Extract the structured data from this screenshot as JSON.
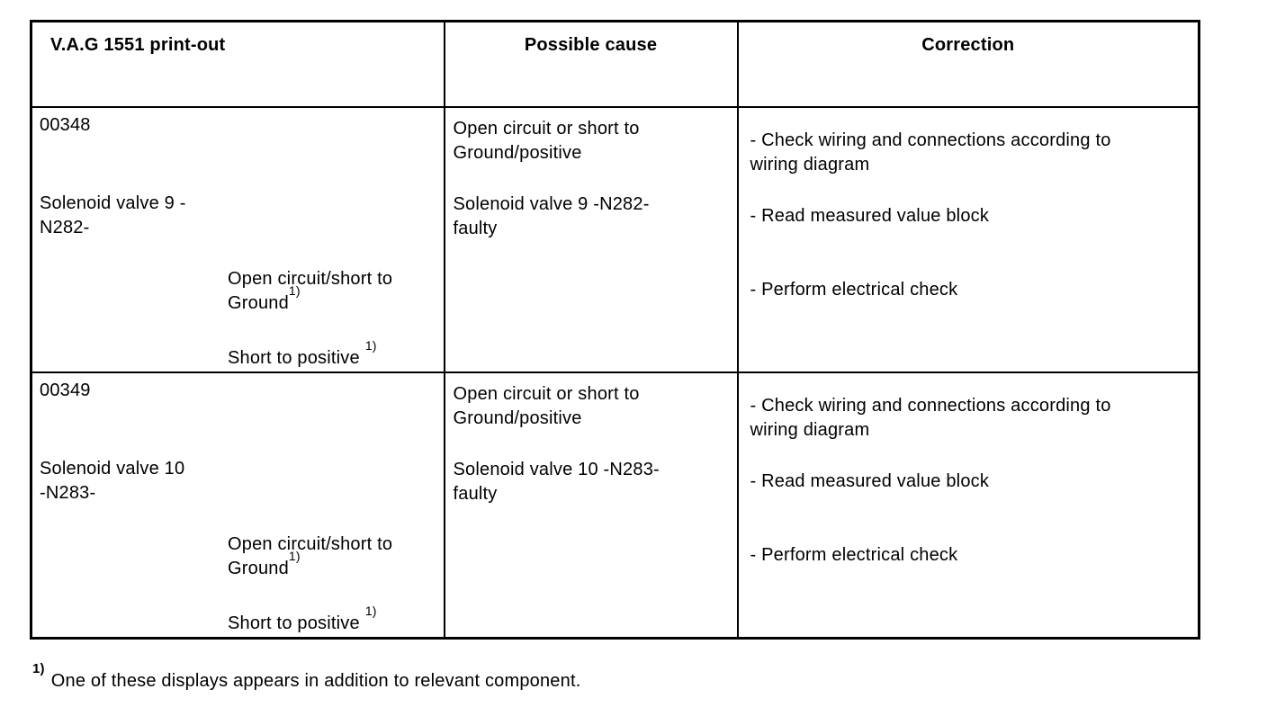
{
  "table": {
    "headers": {
      "printout": "V.A.G 1551 print-out",
      "cause": "Possible cause",
      "correction": "Correction"
    },
    "footnote_marker": "1)",
    "rows": [
      {
        "code": "00348",
        "component": "Solenoid valve 9 -\nN282-",
        "fault_open": "Open circuit/short to\nGround",
        "fault_short": "Short to positive",
        "cause_circuit": "Open circuit or short to\nGround/positive",
        "cause_faulty": "Solenoid valve 9 -N282-\nfaulty",
        "corrections": [
          "- Check wiring and connections according to\nwiring diagram",
          "- Read measured value block",
          "- Perform electrical check"
        ]
      },
      {
        "code": "00349",
        "component": "Solenoid valve 10\n-N283-",
        "fault_open": "Open circuit/short to\nGround",
        "fault_short": "Short to positive",
        "cause_circuit": "Open circuit or short to\nGround/positive",
        "cause_faulty": "Solenoid valve 10 -N283-\nfaulty",
        "corrections": [
          "- Check wiring and connections according to\nwiring diagram",
          "- Read measured value block",
          "- Perform electrical check"
        ]
      }
    ],
    "footnote_text": "One of these displays appears in addition to relevant component."
  }
}
